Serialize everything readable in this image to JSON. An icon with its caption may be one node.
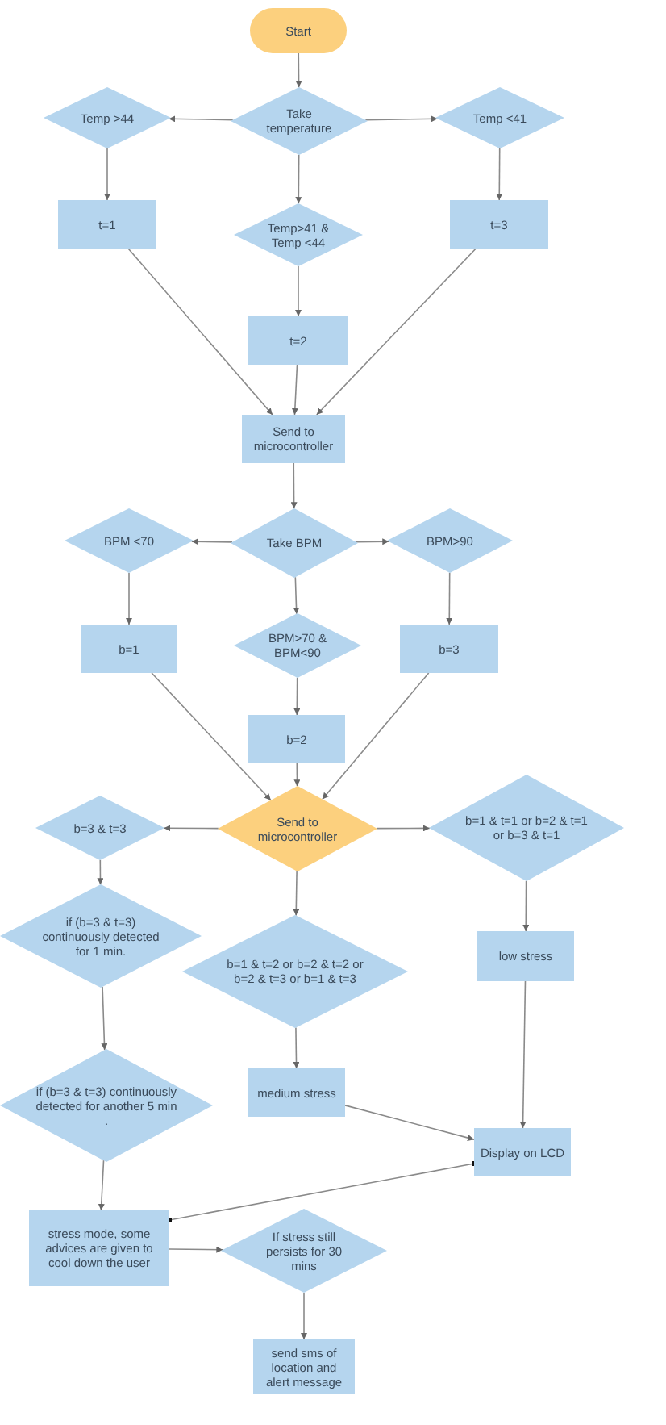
{
  "diagram": {
    "nodes": [
      {
        "text": [
          "Start"
        ]
      },
      {
        "text": [
          "Take temperature"
        ]
      },
      {
        "text": [
          "Temp >44"
        ]
      },
      {
        "text": [
          "Temp <41"
        ]
      },
      {
        "text": [
          "t=1"
        ]
      },
      {
        "text": [
          "Temp>41 & Temp <44"
        ]
      },
      {
        "text": [
          "t=3"
        ]
      },
      {
        "text": [
          "t=2"
        ]
      },
      {
        "text": [
          "Send to microcontroller"
        ]
      },
      {
        "text": [
          "Take BPM"
        ]
      },
      {
        "text": [
          "BPM <70"
        ]
      },
      {
        "text": [
          "BPM>90"
        ]
      },
      {
        "text": [
          "b=1"
        ]
      },
      {
        "text": [
          "BPM>70 & BPM<90"
        ]
      },
      {
        "text": [
          "b=3"
        ]
      },
      {
        "text": [
          "b=2"
        ]
      },
      {
        "text": [
          "Send to microcontroller"
        ]
      },
      {
        "text": [
          "b=3 & t=3"
        ]
      },
      {
        "text": [
          "b=1 & t=1 or b=2 & t=1 or b=3 & t=1"
        ]
      },
      {
        "text": [
          "if (b=3 & t=3) continuously detected for 1 min."
        ]
      },
      {
        "text": [
          "b=1 & t=2 or b=2 & t=2 or b=2 & t=3 or b=1 & t=3"
        ]
      },
      {
        "text": [
          "low stress"
        ]
      },
      {
        "text": [
          "if (b=3 & t=3) continuously detected for another 5 min ."
        ]
      },
      {
        "text": [
          "medium stress"
        ]
      },
      {
        "text": [
          "Display on LCD"
        ]
      },
      {
        "text": [
          "stress mode, some advices are given to cool down the user"
        ]
      },
      {
        "text": [
          "If stress still persists for 30 mins"
        ]
      },
      {
        "text": [
          "send sms of location and alert message"
        ]
      }
    ],
    "edges": [
      {
        "from": 0,
        "to": 1,
        "arrow": "to"
      },
      {
        "from": 1,
        "to": 2,
        "arrow": "to"
      },
      {
        "from": 1,
        "to": 3,
        "arrow": "to"
      },
      {
        "from": 1,
        "to": 5,
        "arrow": "to"
      },
      {
        "from": 2,
        "to": 4,
        "arrow": "to"
      },
      {
        "from": 3,
        "to": 6,
        "arrow": "to"
      },
      {
        "from": 5,
        "to": 7,
        "arrow": "to"
      },
      {
        "from": 4,
        "to": 8,
        "arrow": "to"
      },
      {
        "from": 7,
        "to": 8,
        "arrow": "to"
      },
      {
        "from": 6,
        "to": 8,
        "arrow": "to"
      },
      {
        "from": 8,
        "to": 9,
        "arrow": "to"
      },
      {
        "from": 9,
        "to": 10,
        "arrow": "to"
      },
      {
        "from": 9,
        "to": 11,
        "arrow": "to"
      },
      {
        "from": 9,
        "to": 13,
        "arrow": "to"
      },
      {
        "from": 10,
        "to": 12,
        "arrow": "to"
      },
      {
        "from": 11,
        "to": 14,
        "arrow": "to"
      },
      {
        "from": 13,
        "to": 15,
        "arrow": "to"
      },
      {
        "from": 12,
        "to": 16,
        "arrow": "to"
      },
      {
        "from": 15,
        "to": 16,
        "arrow": "to"
      },
      {
        "from": 14,
        "to": 16,
        "arrow": "to"
      },
      {
        "from": 16,
        "to": 17,
        "arrow": "to"
      },
      {
        "from": 16,
        "to": 18,
        "arrow": "to"
      },
      {
        "from": 16,
        "to": 20,
        "arrow": "to"
      },
      {
        "from": 17,
        "to": 19,
        "arrow": "to"
      },
      {
        "from": 19,
        "to": 22,
        "arrow": "to"
      },
      {
        "from": 18,
        "to": 21,
        "arrow": "to"
      },
      {
        "from": 20,
        "to": 23,
        "arrow": "to"
      },
      {
        "from": 21,
        "to": 24,
        "arrow": "to"
      },
      {
        "from": 23,
        "to": 24,
        "arrow": "to"
      },
      {
        "from": 22,
        "to": 25,
        "arrow": "to"
      },
      {
        "from": 25,
        "to": 24,
        "arrow": "other"
      },
      {
        "from": 25,
        "to": 26,
        "arrow": "to"
      },
      {
        "from": 26,
        "to": 27,
        "arrow": "to"
      }
    ]
  }
}
